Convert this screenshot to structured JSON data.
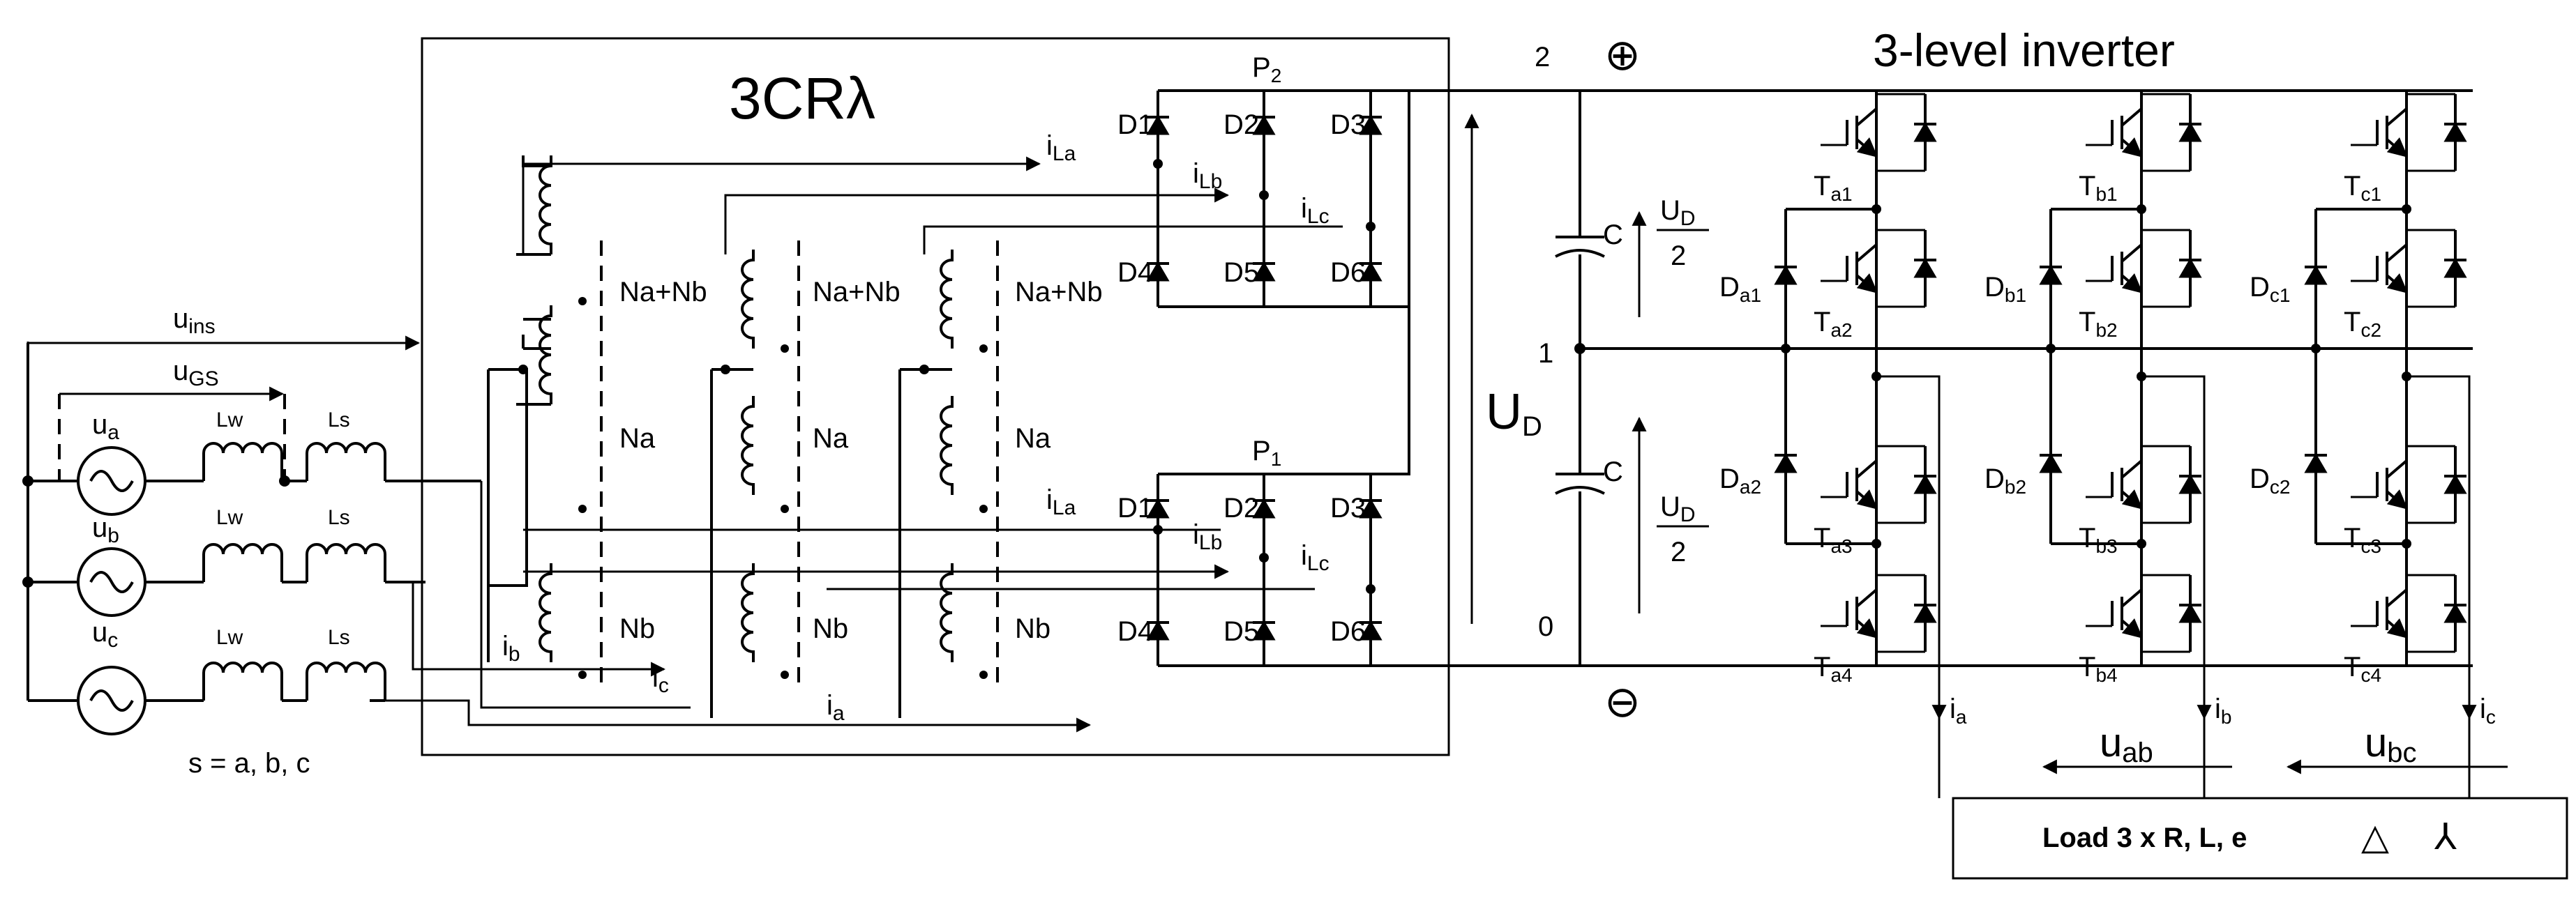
{
  "block_title": "3CRλ",
  "inverter_title": "3-level inverter",
  "dc_nodes": {
    "top": "2",
    "mid": "1",
    "bottom": "0",
    "plus": "⊕",
    "minus": "⊖"
  },
  "dc_voltage": {
    "main": "U",
    "main_sub": "D",
    "half_num": "U",
    "half_num_sub": "D",
    "half_den": "2",
    "cap": "C"
  },
  "supply": {
    "u_ins": "u",
    "u_ins_sub": "ins",
    "u_gs": "u",
    "u_gs_sub": "GS",
    "sources": [
      {
        "u": "u",
        "sub": "a"
      },
      {
        "u": "u",
        "sub": "b"
      },
      {
        "u": "u",
        "sub": "c"
      }
    ],
    "lw": "Lw",
    "ls": "Ls",
    "s_label": "s = a, b, c"
  },
  "transformer": {
    "top_label": "Na+Nb",
    "mid_label": "Na",
    "bot_label": "Nb"
  },
  "currents": {
    "i": "i",
    "ila": "La",
    "ilb": "Lb",
    "ilc": "Lc",
    "ia": "a",
    "ib": "b",
    "ic": "c"
  },
  "rectifier": {
    "p_top": "P",
    "p_top_sub": "2",
    "p_bot": "P",
    "p_bot_sub": "1",
    "diodes": [
      "D1",
      "D2",
      "D3",
      "D4",
      "D5",
      "D6"
    ]
  },
  "inverter": {
    "phases": [
      "a",
      "b",
      "c"
    ],
    "t": "T",
    "d": "D",
    "switch_idx": [
      "1",
      "2",
      "3",
      "4"
    ],
    "clamp_idx": [
      "1",
      "2"
    ]
  },
  "load": {
    "label": "Load 3 x R, L, e",
    "delta": "△",
    "wye": "⅄",
    "uab": "u",
    "uab_sub": "ab",
    "ubc": "u",
    "ubc_sub": "bc"
  }
}
